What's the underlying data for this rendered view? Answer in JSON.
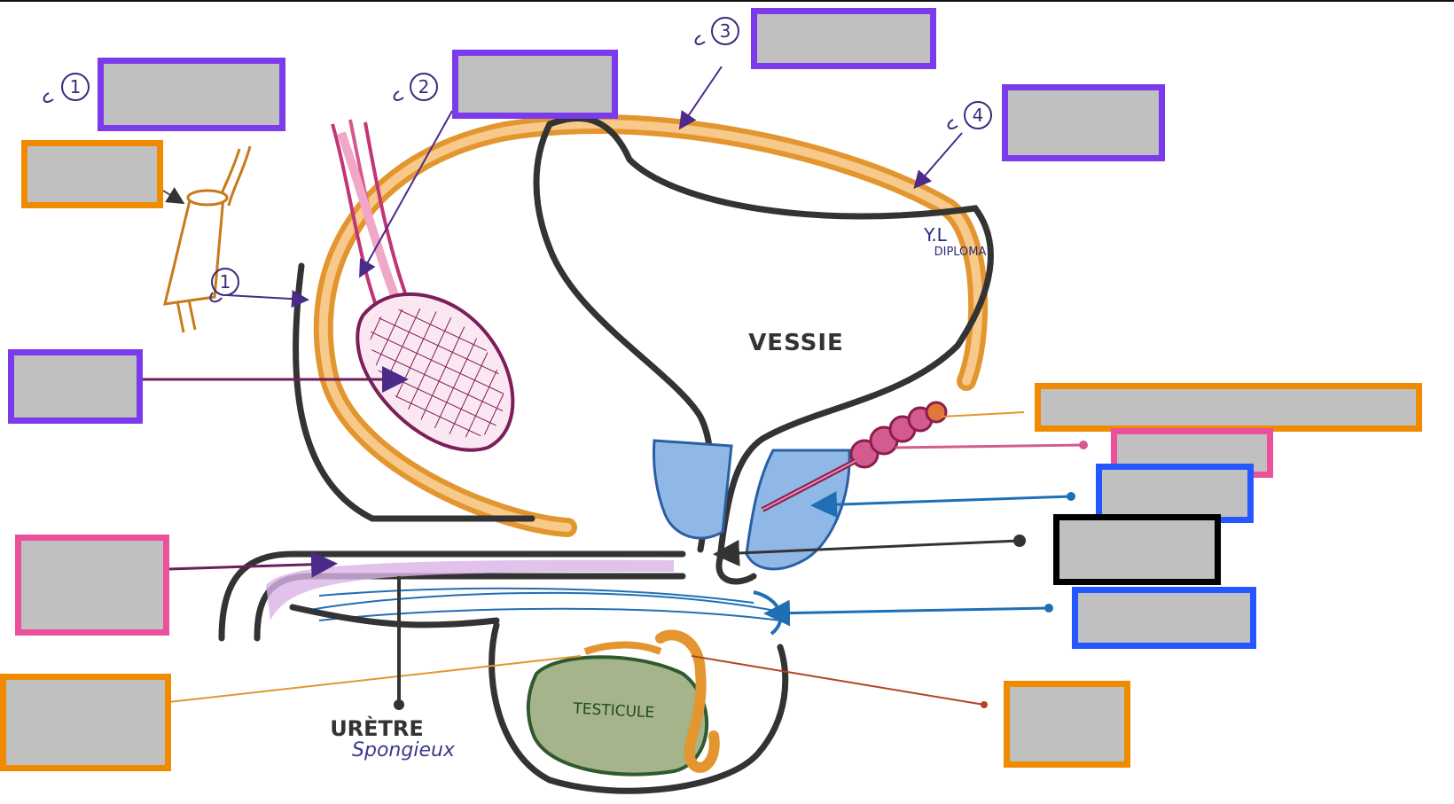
{
  "diagram": {
    "labels": {
      "vessie": "VESSIE",
      "testicule": "TESTICULE",
      "uretre_line1": "URÈTRE",
      "uretre_line2": "Spongieux",
      "signature_line1": "Y.L",
      "signature_line2": "DIPLOMA"
    },
    "markers": {
      "m1": "1",
      "m2": "2",
      "m3": "3",
      "m4": "4",
      "m1_inset": "1"
    }
  },
  "answer_boxes": [
    {
      "id": "box-1",
      "value": "",
      "border": "purple"
    },
    {
      "id": "box-2",
      "value": "",
      "border": "purple"
    },
    {
      "id": "box-3",
      "value": "",
      "border": "purple"
    },
    {
      "id": "box-4",
      "value": "",
      "border": "purple"
    },
    {
      "id": "box-cord",
      "value": "",
      "border": "orange"
    },
    {
      "id": "box-penis-body",
      "value": "",
      "border": "purple"
    },
    {
      "id": "box-corpus",
      "value": "",
      "border": "pink"
    },
    {
      "id": "box-lower-left",
      "value": "",
      "border": "orange"
    },
    {
      "id": "box-vesicle",
      "value": "",
      "border": "orange"
    },
    {
      "id": "box-pink-right",
      "value": "",
      "border": "pink"
    },
    {
      "id": "box-prostate",
      "value": "",
      "border": "blue"
    },
    {
      "id": "box-urethra-prost",
      "value": "",
      "border": "black"
    },
    {
      "id": "box-bulbo",
      "value": "",
      "border": "blue"
    },
    {
      "id": "box-lower-right",
      "value": "",
      "border": "orange"
    }
  ],
  "colors": {
    "purple": "#7c3aed",
    "orange": "#f08a00",
    "pink": "#ec4f9c",
    "blue": "#2457ff",
    "black": "#000000",
    "blank_fill": "#c0c0c0",
    "outline": "#333333",
    "vas_orange": "#f3a43a",
    "prostate_blue": "#8fb8e6",
    "testis_green": "#a5b48a",
    "arrow_purple": "#4b2a8a"
  }
}
